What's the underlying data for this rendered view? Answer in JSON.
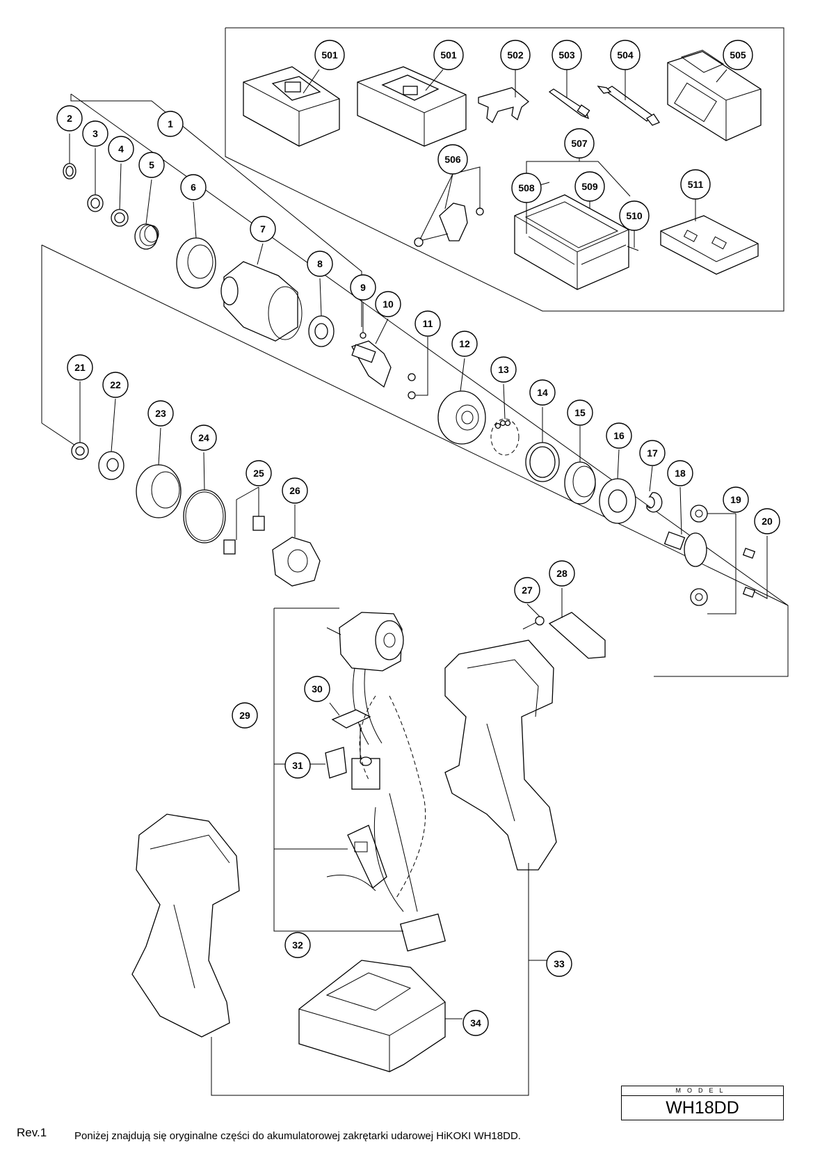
{
  "parts": [
    "1",
    "2",
    "3",
    "4",
    "5",
    "6",
    "7",
    "8",
    "9",
    "10",
    "11",
    "12",
    "13",
    "14",
    "15",
    "16",
    "17",
    "18",
    "19",
    "20",
    "21",
    "22",
    "23",
    "24",
    "25",
    "26",
    "27",
    "28",
    "29",
    "30",
    "31",
    "32",
    "33",
    "34"
  ],
  "accessories": [
    "501",
    "501",
    "502",
    "503",
    "504",
    "505",
    "506",
    "507",
    "508",
    "509",
    "510",
    "511"
  ],
  "model": {
    "label": "MODEL",
    "value": "WH18DD"
  },
  "revision": "Rev.1",
  "caption": "Poniżej znajdują się oryginalne części do akumulatorowej zakrętarki udarowej HiKOKI WH18DD."
}
